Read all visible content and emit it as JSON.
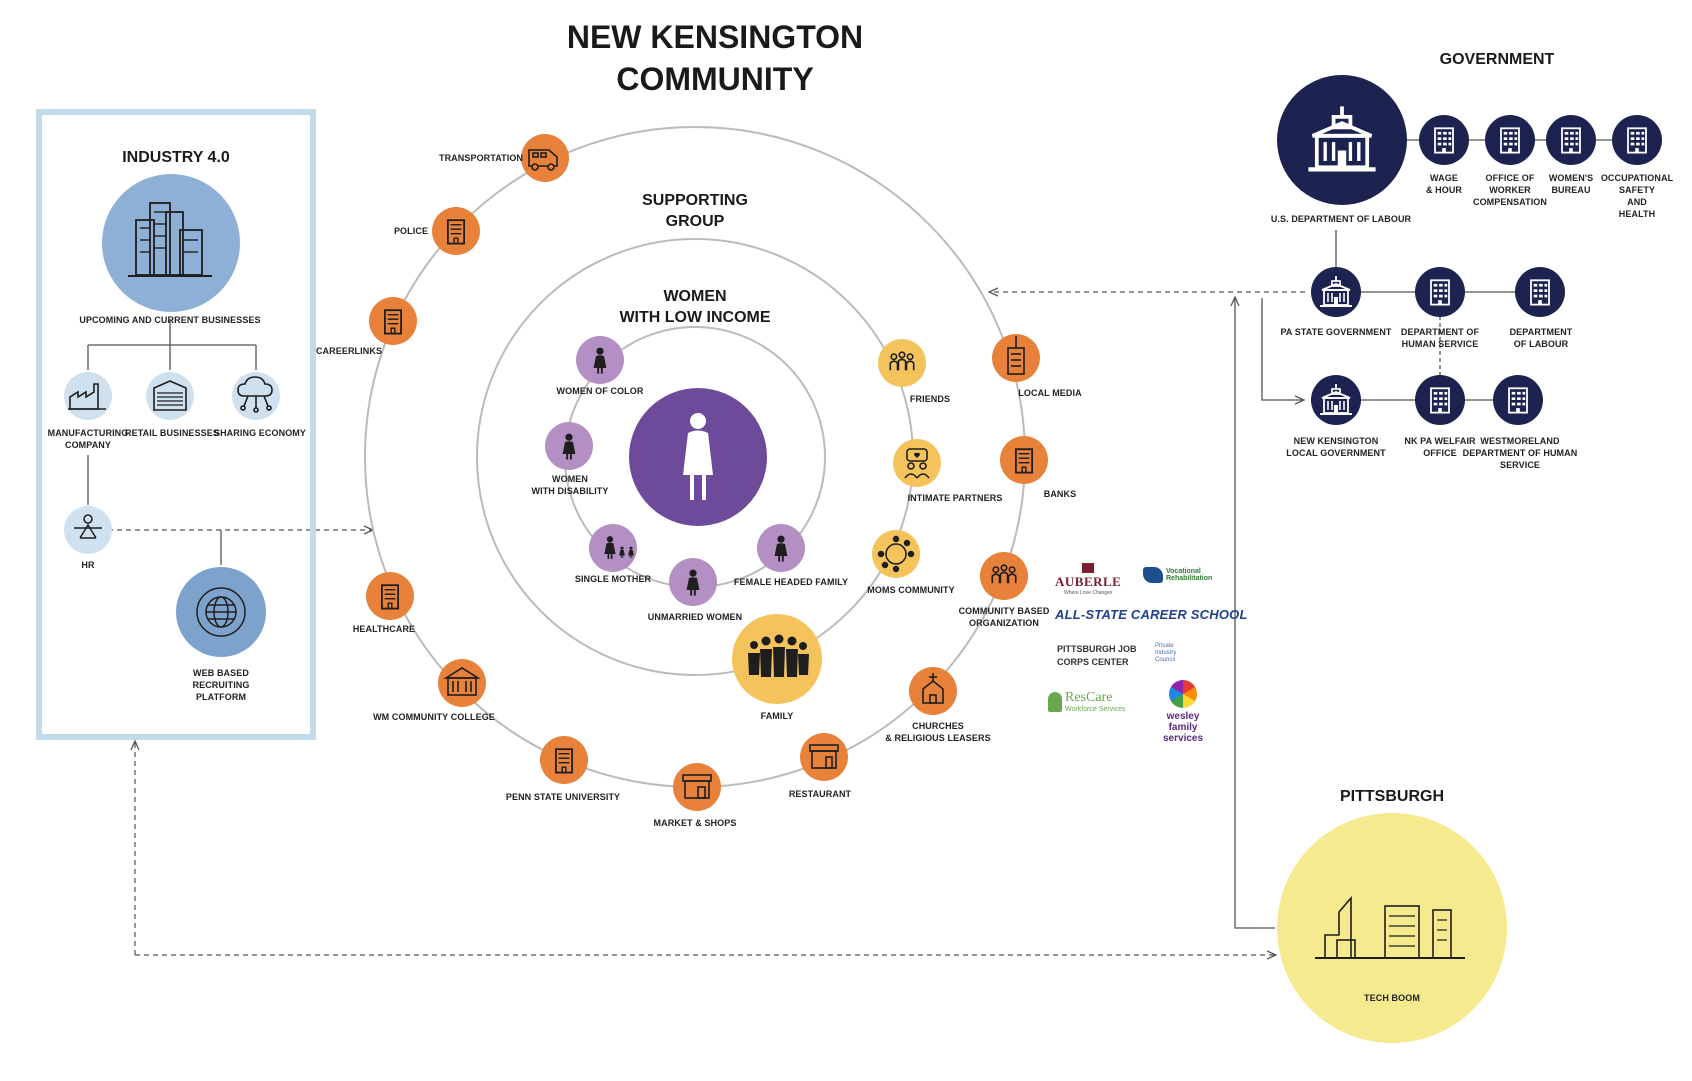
{
  "title_line1": "NEW KENSINGTON",
  "title_line2": "COMMUNITY",
  "colors": {
    "industry_blue": "#8fb0d6",
    "industry_light": "#cfe0ef",
    "frame_blue": "#c3daea",
    "orange": "#e8823a",
    "yellow": "#f4c35c",
    "purple": "#6e4a9a",
    "light_purple": "#b48fc4",
    "navy": "#1d2350",
    "pittsburgh_yellow": "#f6ea8e"
  },
  "industry": {
    "title": "INDUSTRY 4.0",
    "hub_label": "UPCOMING AND CURRENT BUSINESSES",
    "hub_icon": "skyscrapers-icon",
    "items": [
      {
        "label1": "MANUFACTURING",
        "label2": "COMPANY",
        "icon": "factory-icon"
      },
      {
        "label1": "RETAIL BUSINESSES",
        "label2": "",
        "icon": "storefront-icon"
      },
      {
        "label1": "SHARING ECONOMY",
        "label2": "",
        "icon": "cloud-network-icon"
      }
    ],
    "hr_label": "HR",
    "web_label1": "WEB BASED",
    "web_label2": "RECRUITING",
    "web_label3": "PLATFORM"
  },
  "community": {
    "supporting_title1": "SUPPORTING",
    "supporting_title2": "GROUP",
    "women_title1": "WOMEN",
    "women_title2": "WITH LOW INCOME",
    "outer_nodes": [
      {
        "label1": "TRANSPORTATION",
        "label2": "",
        "icon": "van-icon"
      },
      {
        "label1": "POLICE",
        "label2": "",
        "icon": "police-station-icon"
      },
      {
        "label1": "CAREERLINKS",
        "label2": "",
        "icon": "office-building-icon"
      },
      {
        "label1": "LOCAL MEDIA",
        "label2": "",
        "icon": "tower-icon"
      },
      {
        "label1": "BANKS",
        "label2": "",
        "icon": "bank-icon"
      },
      {
        "label1": "COMMUNITY BASED",
        "label2": "ORGANIZATION",
        "icon": "people-group-icon"
      },
      {
        "label1": "CHURCHES",
        "label2": "& RELIGIOUS LEASERS",
        "icon": "church-icon"
      },
      {
        "label1": "RESTAURANT",
        "label2": "",
        "icon": "restaurant-icon"
      },
      {
        "label1": "MARKET & SHOPS",
        "label2": "",
        "icon": "market-icon"
      },
      {
        "label1": "PENN STATE UNIVERSITY",
        "label2": "",
        "icon": "university-icon"
      },
      {
        "label1": "WM COMMUNITY COLLEGE",
        "label2": "",
        "icon": "college-icon"
      },
      {
        "label1": "HEALTHCARE",
        "label2": "",
        "icon": "hospital-icon"
      }
    ],
    "support_nodes": [
      {
        "label1": "FRIENDS",
        "label2": "",
        "icon": "friends-icon"
      },
      {
        "label1": "INTIMATE PARTNERS",
        "label2": "",
        "icon": "partners-icon"
      },
      {
        "label1": "MOMS COMMUNITY",
        "label2": "",
        "icon": "circle-of-people-icon"
      },
      {
        "label1": "FAMILY",
        "label2": "",
        "icon": "family-icon"
      }
    ],
    "women_nodes": [
      {
        "label1": "WOMEN OF COLOR",
        "label2": "",
        "icon": "woman-icon"
      },
      {
        "label1": "WOMEN",
        "label2": "WITH DISABILITY",
        "icon": "woman-icon"
      },
      {
        "label1": "SINGLE MOTHER",
        "label2": "",
        "icon": "mother-children-icon"
      },
      {
        "label1": "UNMARRIED WOMEN",
        "label2": "",
        "icon": "woman-icon"
      },
      {
        "label1": "FEMALE HEADED FAMILY",
        "label2": "",
        "icon": "woman-icon"
      }
    ],
    "center_icon": "woman-silhouette-icon"
  },
  "government": {
    "title": "GOVERNMENT",
    "main_label": "U.S. DEPARTMENT OF LABOUR",
    "main_icon": "government-building-icon",
    "federal": [
      {
        "lines": [
          "WAGE",
          "& HOUR"
        ],
        "icon": "office-building-icon"
      },
      {
        "lines": [
          "OFFICE OF",
          "WORKER",
          "COMPENSATION"
        ],
        "icon": "office-building-icon"
      },
      {
        "lines": [
          "WOMEN'S",
          "BUREAU"
        ],
        "icon": "office-building-icon"
      },
      {
        "lines": [
          "OCCUPATIONAL",
          "SAFETY",
          "AND",
          "HEALTH"
        ],
        "icon": "office-building-icon"
      }
    ],
    "state": [
      {
        "lines": [
          "PA STATE GOVERNMENT"
        ],
        "icon": "government-building-icon"
      },
      {
        "lines": [
          "DEPARTMENT OF",
          "HUMAN SERVICE"
        ],
        "icon": "office-building-icon"
      },
      {
        "lines": [
          "DEPARTMENT",
          "OF LABOUR"
        ],
        "icon": "office-building-icon"
      }
    ],
    "local": [
      {
        "lines": [
          "NEW KENSINGTON",
          "LOCAL GOVERNMENT"
        ],
        "icon": "government-building-icon"
      },
      {
        "lines": [
          "NK PA WELFAIR",
          "OFFICE"
        ],
        "icon": "office-building-icon"
      },
      {
        "lines": [
          "WESTMORELAND",
          "DEPARTMENT OF HUMAN",
          "SERVICE"
        ],
        "icon": "office-building-icon"
      }
    ]
  },
  "pittsburgh": {
    "title": "PITTSBURGH",
    "label": "TECH BOOM",
    "icon": "city-skyline-icon"
  },
  "logos": {
    "auberle": "AUBERLE",
    "auberle_sub": "Where Love Changes",
    "voc_rehab1": "Vocational",
    "voc_rehab2": "Rehabilitation",
    "allstate": "ALL-STATE CAREER SCHOOL",
    "job_corps1": "PITTSBURGH JOB",
    "job_corps2": "CORPS CENTER",
    "pic1": "Private",
    "pic2": "Industry",
    "pic3": "Council",
    "rescare1": "ResCare",
    "rescare2": "Workforce Services",
    "wesley1": "wesley",
    "wesley2": "family",
    "wesley3": "services"
  }
}
